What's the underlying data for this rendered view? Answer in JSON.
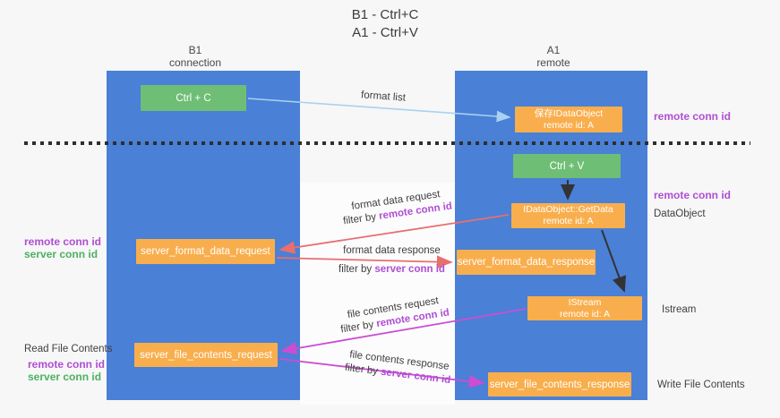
{
  "title": {
    "line1": "B1 - Ctrl+C",
    "line2": "A1 - Ctrl+V"
  },
  "columns": {
    "left": {
      "name": "B1",
      "subtitle": "connection"
    },
    "right": {
      "name": "A1",
      "subtitle": "remote"
    }
  },
  "nodes": {
    "ctrl_c": {
      "label": "Ctrl + C"
    },
    "ctrl_v": {
      "label": "Ctrl + V"
    },
    "save_idataobject": {
      "line1": "保存IDataObject",
      "line2": "remote id: A"
    },
    "idataobject_getdata": {
      "line1": "IDataObject::GetData",
      "line2": "remote id: A"
    },
    "istream": {
      "line1": "IStream",
      "line2": "remote id: A"
    },
    "server_format_data_request": {
      "label": "server_format_data_request"
    },
    "server_format_data_response": {
      "label": "server_format_data_response"
    },
    "server_file_contents_request": {
      "label": "server_file_contents_request"
    },
    "server_file_contents_response": {
      "label": "server_file_contents_response"
    }
  },
  "flows": {
    "format_list": {
      "label": "format list"
    },
    "format_data_request": {
      "label": "format data request",
      "filter_prefix": "filter by",
      "filter_value": "remote conn id"
    },
    "format_data_response": {
      "label": "format data response",
      "filter_prefix": "filter by",
      "filter_value": "server conn id"
    },
    "file_contents_request": {
      "label": "file contents request",
      "filter_prefix": "filter by",
      "filter_value": "remote conn id"
    },
    "file_contents_response": {
      "label": "file contents response",
      "filter_prefix": "filter by",
      "filter_value": "server conn id"
    }
  },
  "side_labels": {
    "right_remote_conn_id_top": "remote conn id",
    "right_remote_conn_id_mid": "remote conn id",
    "right_dataobject": "DataObject",
    "right_istream": "Istream",
    "right_write_file_contents": "Write File Contents",
    "left_remote_conn_id_top": "remote conn id",
    "left_server_conn_id_top": "server conn id",
    "left_read_file_contents": "Read File Contents",
    "left_remote_conn_id_bottom": "remote conn id",
    "left_server_conn_id_bottom": "server conn id"
  },
  "colors": {
    "column_blue": "#4a80d6",
    "node_green": "#6fbe76",
    "node_orange": "#f9ae4d",
    "arrow_red": "#e96e6e",
    "arrow_magenta": "#cc4dd2",
    "arrow_light_blue": "#a8d2f0",
    "arrow_black": "#333333",
    "label_purple": "#b04ed2",
    "label_green": "#4db05f",
    "background": "#f7f7f8"
  }
}
